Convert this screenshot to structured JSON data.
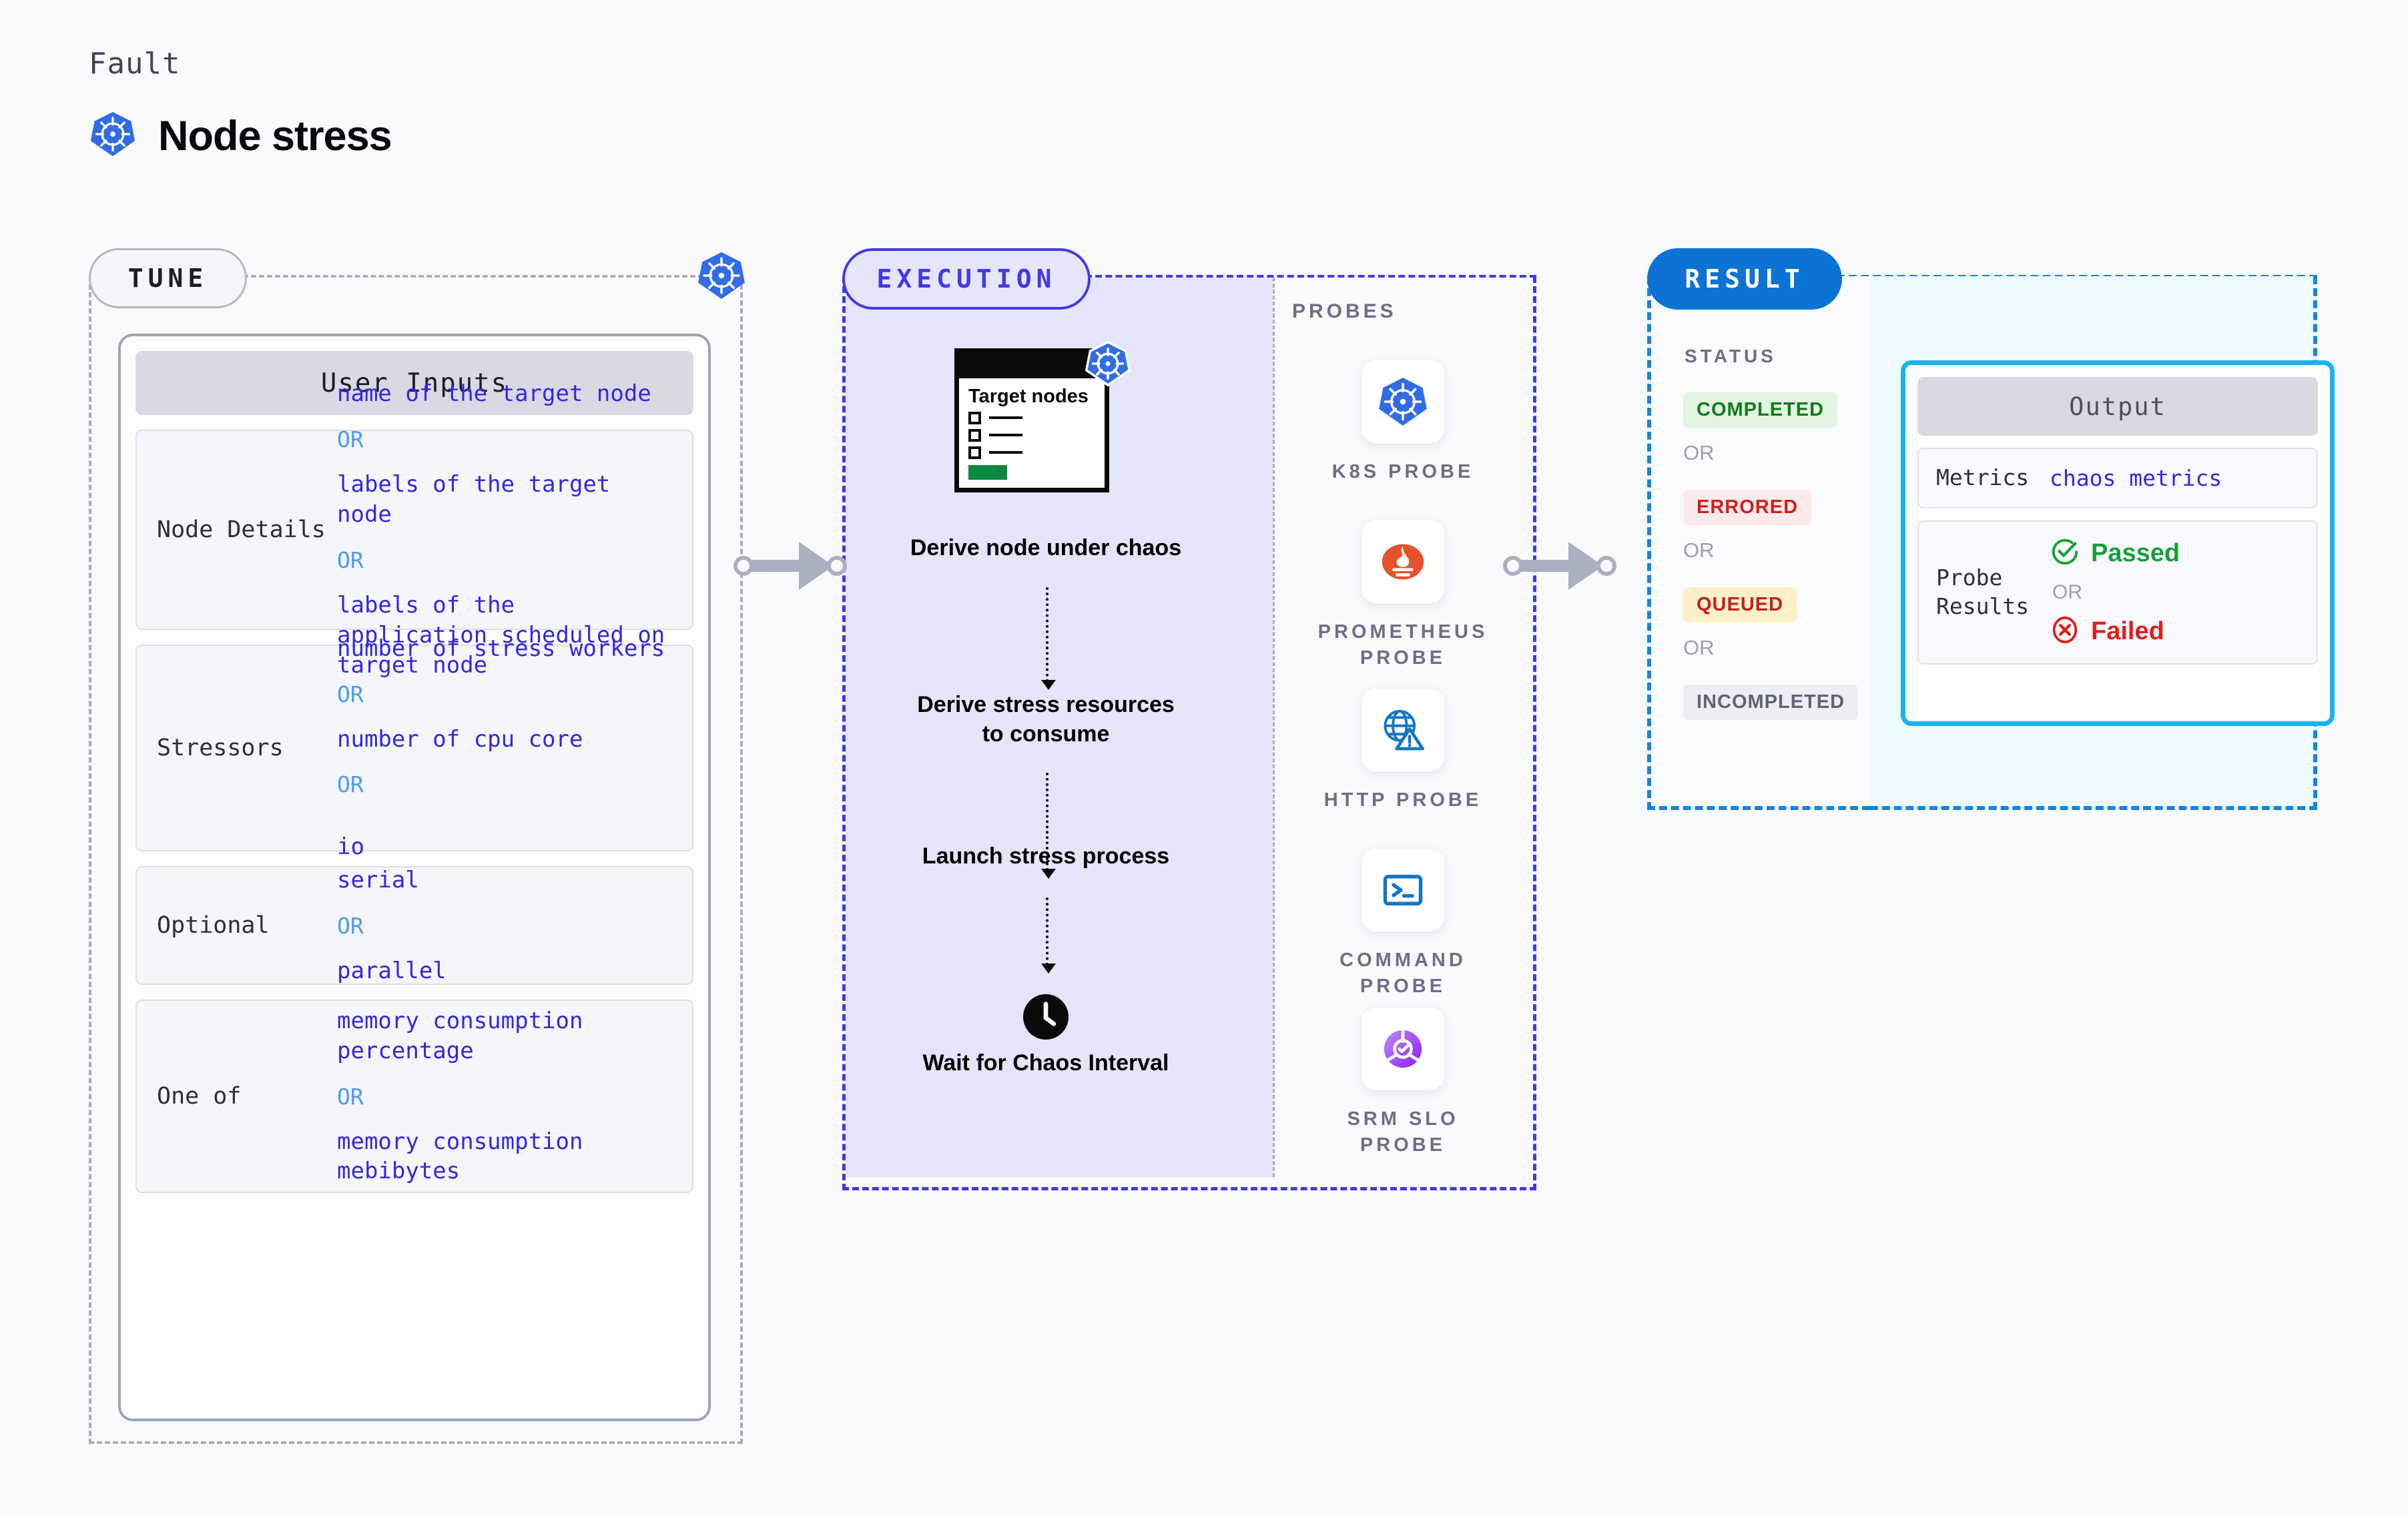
{
  "header": {
    "fault_label": "Fault",
    "title": "Node stress",
    "icon": "kubernetes-icon"
  },
  "tune": {
    "badge": "TUNE",
    "edge_icon": "kubernetes-icon",
    "card_header": "User Inputs",
    "groups": [
      {
        "label": "Node Details",
        "lines": [
          {
            "type": "value",
            "text": "name of the target node"
          },
          {
            "type": "or",
            "text": "OR"
          },
          {
            "type": "value",
            "text": "labels of the target node"
          },
          {
            "type": "or",
            "text": "OR"
          },
          {
            "type": "value",
            "text": "labels of the application scheduled on target node"
          }
        ]
      },
      {
        "label": "Stressors",
        "lines": [
          {
            "type": "value",
            "text": "number of stress workers"
          },
          {
            "type": "or",
            "text": "OR"
          },
          {
            "type": "value",
            "text": "number of cpu core"
          },
          {
            "type": "or",
            "text": "OR"
          },
          {
            "type": "spacer",
            "text": ""
          },
          {
            "type": "value",
            "text": "io"
          }
        ]
      },
      {
        "label": "Optional",
        "lines": [
          {
            "type": "value",
            "text": "serial"
          },
          {
            "type": "or",
            "text": "OR"
          },
          {
            "type": "value",
            "text": "parallel"
          }
        ]
      },
      {
        "label": "One of",
        "lines": [
          {
            "type": "value",
            "text": "memory consumption percentage"
          },
          {
            "type": "or",
            "text": "OR"
          },
          {
            "type": "value",
            "text": "memory consumption mebibytes"
          }
        ]
      }
    ]
  },
  "execution": {
    "badge": "EXECUTION",
    "card": {
      "title": "Target nodes",
      "icon": "kubernetes-icon",
      "checkbox_rows": 3,
      "accent_color": "#0a8a41"
    },
    "steps": [
      {
        "label": "Derive node under chaos"
      },
      {
        "label": "Derive stress resources to consume"
      },
      {
        "label": "Launch stress process"
      },
      {
        "label": "Wait for Chaos Interval",
        "icon": "clock-icon"
      }
    ],
    "probes_title": "PROBES",
    "probes": [
      {
        "label": "K8S PROBE",
        "icon": "kubernetes-icon"
      },
      {
        "label": "PROMETHEUS PROBE",
        "icon": "prometheus-icon"
      },
      {
        "label": "HTTP PROBE",
        "icon": "globe-warning-icon"
      },
      {
        "label": "COMMAND PROBE",
        "icon": "terminal-icon"
      },
      {
        "label": "SRM SLO PROBE",
        "icon": "slo-check-icon"
      }
    ]
  },
  "result": {
    "badge": "RESULT",
    "status_title": "STATUS",
    "statuses": [
      {
        "label": "COMPLETED",
        "bg": "#e1f5e2",
        "fg": "#157a1d"
      },
      {
        "label": "ERRORED",
        "bg": "#fdeaea",
        "fg": "#cf2020"
      },
      {
        "label": "QUEUED",
        "bg": "#fdf0c8",
        "fg": "#c32020"
      },
      {
        "label": "INCOMPLETED",
        "bg": "#eceef3",
        "fg": "#5e6478"
      }
    ],
    "status_separator": "OR",
    "output": {
      "header": "Output",
      "rows": [
        {
          "label": "Metrics",
          "value": "chaos metrics"
        },
        {
          "label": "Probe Results",
          "pass": "Passed",
          "separator": "OR",
          "fail": "Failed"
        }
      ]
    }
  },
  "colors": {
    "tune_accent": "#b3b7c4",
    "execution_accent": "#4338e8",
    "result_accent": "#0b73d4",
    "output_accent": "#17b5ef",
    "value_blue": "#3527e0",
    "or_blue": "#4d9bf0"
  }
}
